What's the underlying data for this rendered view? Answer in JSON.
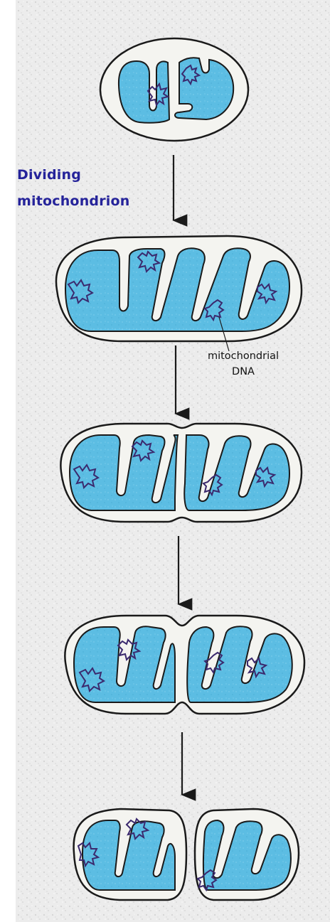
{
  "heading": {
    "line1": "Dividing",
    "line2": "mitochondrion"
  },
  "dna_label": {
    "line1": "mitochondrial",
    "line2": "DNA"
  },
  "colors": {
    "matrix_fill": "#5cbde3",
    "intermembrane_fill": "#f4f4f0",
    "outline": "#1a1a1a",
    "dna_strand": "#3b2a6e",
    "heading_text": "#25239a",
    "background": "#ebebeb"
  },
  "stages": [
    {
      "name": "single-mitochondrion"
    },
    {
      "name": "elongated-mitochondrion"
    },
    {
      "name": "constricting-mitochondrion"
    },
    {
      "name": "pinching-mitochondrion"
    },
    {
      "name": "separated-daughter-mitochondria"
    }
  ]
}
